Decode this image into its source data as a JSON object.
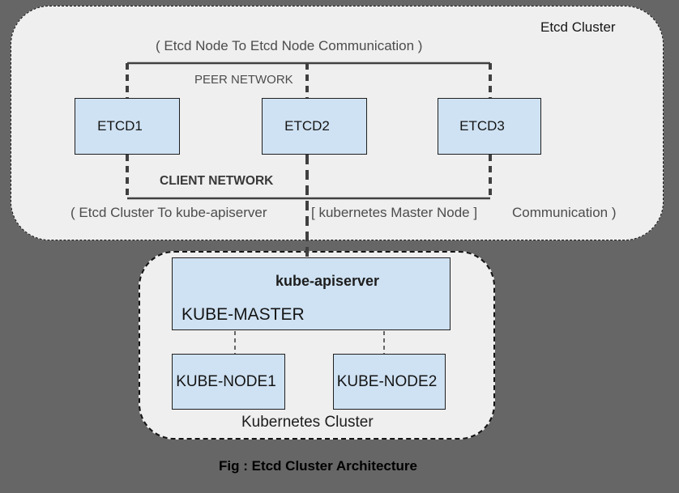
{
  "colors": {
    "canvas_background": "#666666",
    "cluster_background": "#efefef",
    "node_fill": "#cfe2f3",
    "node_border": "#1f1f1f",
    "wire": "#404040",
    "muted_text": "#4c4c4c"
  },
  "etcd_cluster": {
    "title": "Etcd Cluster",
    "top_note": "( Etcd Node To Etcd Node Communication )",
    "peer_network_label": "PEER NETWORK",
    "client_network_label": "CLIENT NETWORK",
    "nodes": [
      {
        "label": "ETCD1"
      },
      {
        "label": "ETCD2"
      },
      {
        "label": "ETCD3"
      }
    ],
    "bottom_note": {
      "part1": "( Etcd Cluster To kube-apiserver",
      "part2": "[ kubernetes Master Node ]",
      "part3": "Communication )"
    }
  },
  "kubernetes_cluster": {
    "title": "Kubernetes Cluster",
    "master": {
      "service_label": "kube-apiserver",
      "node_label": "KUBE-MASTER"
    },
    "nodes": [
      {
        "label": "KUBE-NODE1"
      },
      {
        "label": "KUBE-NODE2"
      }
    ]
  },
  "figure_caption": "Fig : Etcd Cluster Architecture"
}
